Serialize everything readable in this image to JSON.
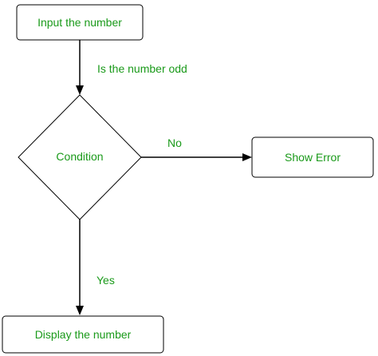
{
  "flowchart": {
    "nodes": {
      "start": {
        "label": "Input the number"
      },
      "decision": {
        "label": "Condition"
      },
      "error": {
        "label": "Show Error"
      },
      "output": {
        "label": "Display the number"
      }
    },
    "edges": {
      "start_to_decision": {
        "label": "Is the number odd"
      },
      "decision_to_error": {
        "label": "No"
      },
      "decision_to_output": {
        "label": "Yes"
      }
    },
    "colors": {
      "label_text": "#1a9a1a",
      "stroke": "#000000",
      "fill": "#ffffff"
    }
  }
}
